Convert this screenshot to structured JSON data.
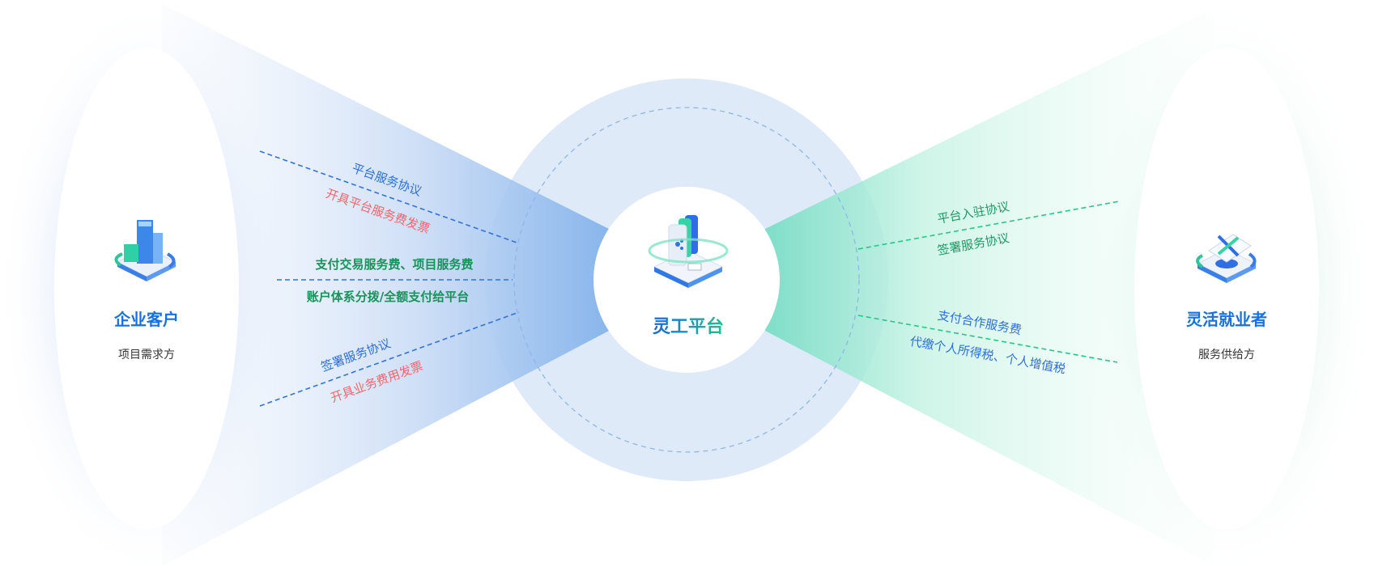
{
  "left_party": {
    "title": "企业客户",
    "subtitle": "项目需求方",
    "icon": "office-building-icon"
  },
  "center": {
    "title": "灵工平台",
    "icon": "platform-server-icon"
  },
  "right_party": {
    "title": "灵活就业者",
    "subtitle": "服务供给方",
    "icon": "freelancer-document-icon"
  },
  "left_flows": {
    "top_above": "平台服务协议",
    "top_below": "开具平台服务费发票",
    "middle_above": "支付交易服务费、项目服务费",
    "middle_below": "账户体系分拨/全额支付给平台",
    "bottom_above": "签署服务协议",
    "bottom_below": "开具业务费用发票"
  },
  "right_flows": {
    "top_above": "平台入驻协议",
    "top_below": "签署服务协议",
    "bottom_above": "支付合作服务费",
    "bottom_below": "代缴个人所得税、个人增值税"
  },
  "colors": {
    "blue": "#2c6fe0",
    "red": "#f2656e",
    "green": "#16945a",
    "title": "#1670e6"
  }
}
